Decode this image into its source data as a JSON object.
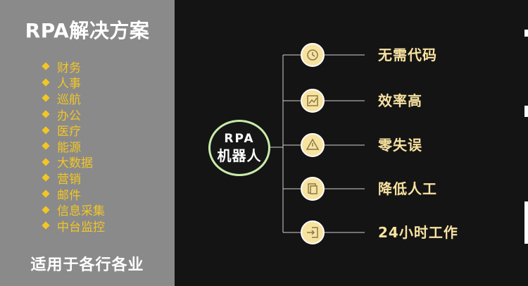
{
  "sidebar": {
    "title": "RPA解决方案",
    "items": [
      "财务",
      "人事",
      "巡航",
      "办公",
      "医疗",
      "能源",
      "大数据",
      "营销",
      "邮件",
      "信息采集",
      "中台监控"
    ],
    "footer": "适用于各行各业"
  },
  "center": {
    "line1": "RPA",
    "line2": "机器人"
  },
  "branches": [
    {
      "label": "无需代码",
      "icon": "clock-icon"
    },
    {
      "label": "效率高",
      "icon": "chart-icon"
    },
    {
      "label": "零失误",
      "icon": "warning-icon"
    },
    {
      "label": "降低人工",
      "icon": "document-icon"
    },
    {
      "label": "24小时工作",
      "icon": "login-icon"
    }
  ],
  "colors": {
    "sidebar_bg": "#8a8a8a",
    "canvas_bg": "#141414",
    "accent_yellow": "#f2c624",
    "icon_fill": "#f7e2a0",
    "center_border": "#c9ecaa"
  }
}
